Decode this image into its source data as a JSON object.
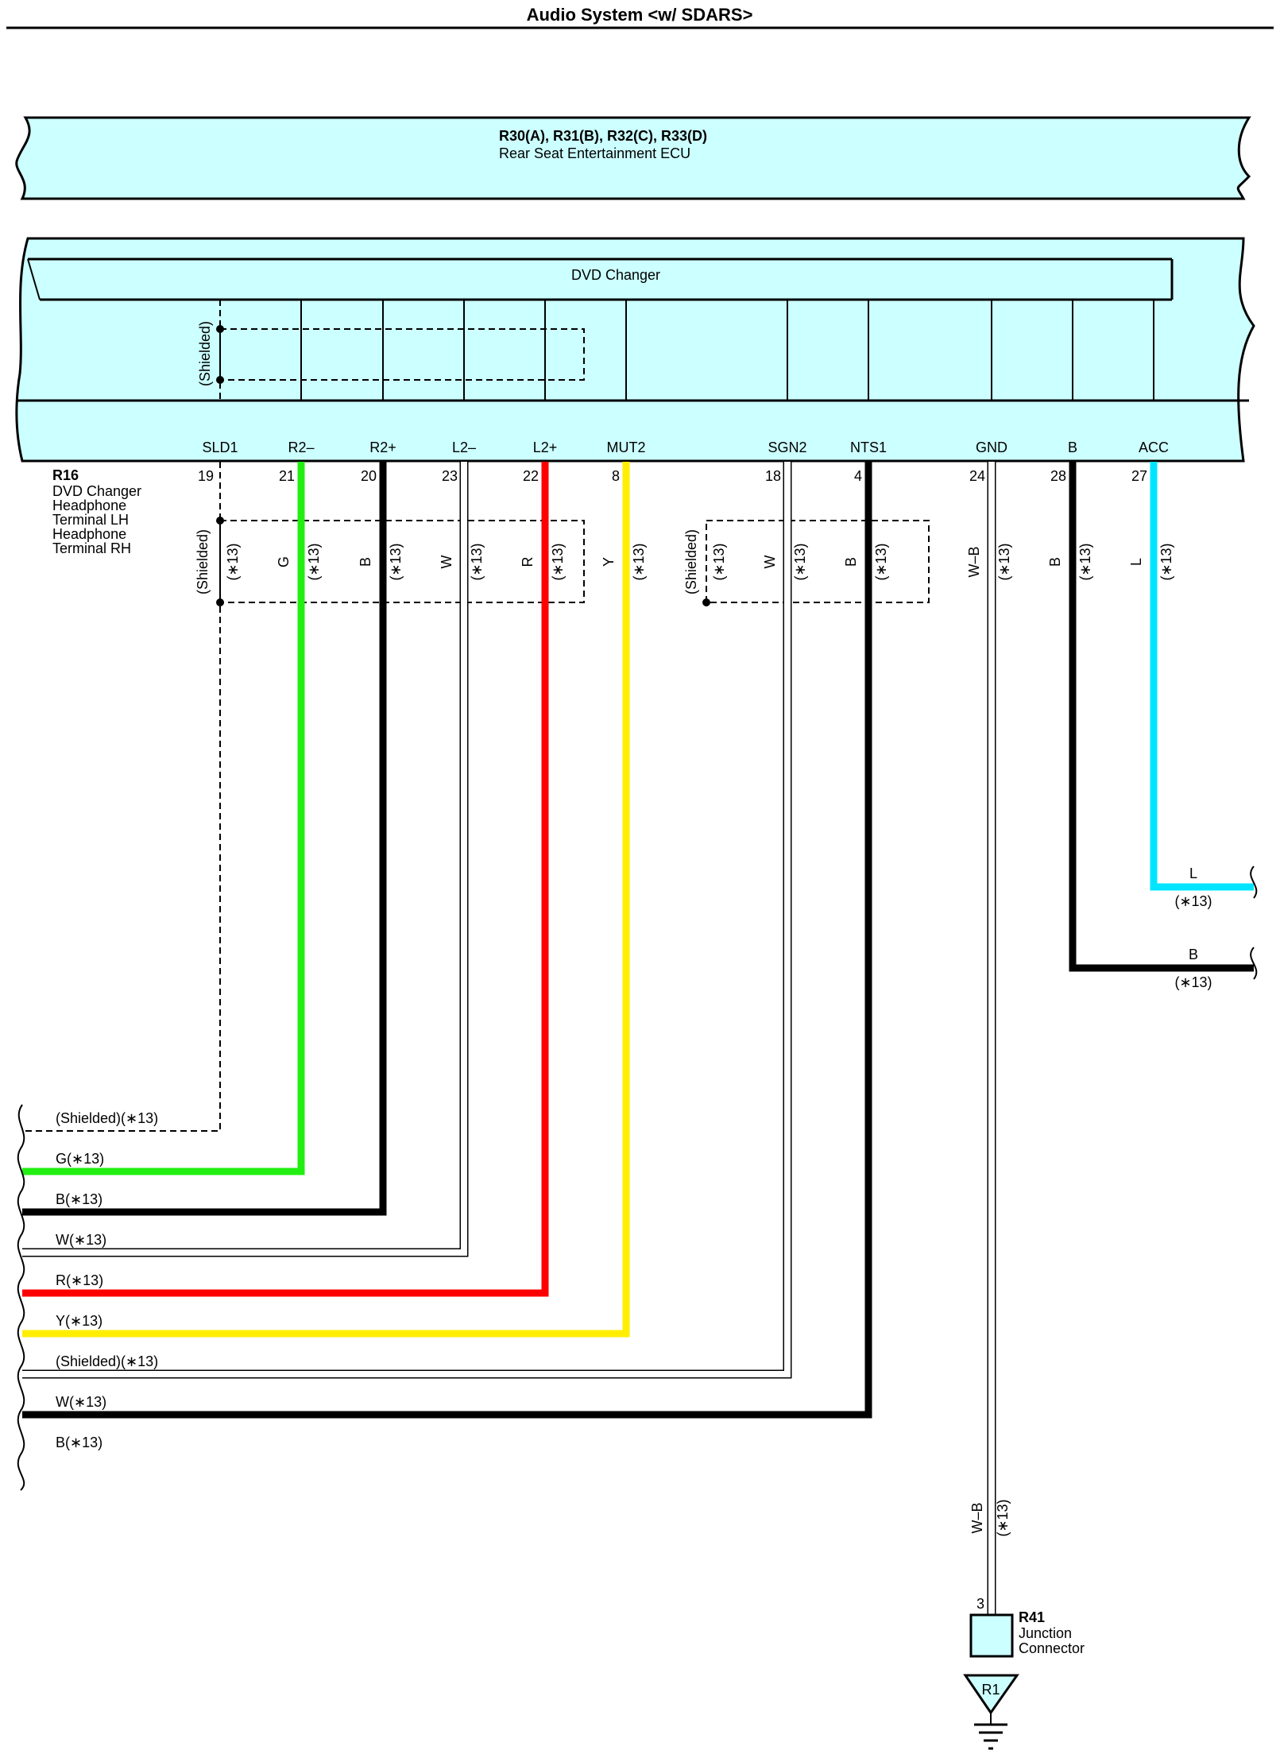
{
  "page": {
    "title": "Audio System <w/ SDARS>"
  },
  "ecu": {
    "connectors": "R30(A), R31(B), R32(C), R33(D)",
    "name": "Rear Seat Entertainment ECU"
  },
  "dvd_changer": {
    "name": "DVD Changer",
    "shielded_label": "(Shielded)"
  },
  "r16": {
    "code": "R16",
    "lines": [
      "DVD Changer",
      "Headphone",
      "Terminal LH",
      "Headphone",
      "Terminal RH"
    ]
  },
  "notes": {
    "star13": "(∗13)",
    "shielded": "(Shielded)"
  },
  "terminals": [
    {
      "name": "SLD1",
      "pin": "19",
      "wire": "(Shielded)",
      "color": "#000000",
      "dashed": true
    },
    {
      "name": "R2–",
      "pin": "21",
      "wire": "G",
      "color": "#22ee11"
    },
    {
      "name": "R2+",
      "pin": "20",
      "wire": "B",
      "color": "#000000"
    },
    {
      "name": "L2–",
      "pin": "23",
      "wire": "W",
      "color": "#ffffff"
    },
    {
      "name": "L2+",
      "pin": "22",
      "wire": "R",
      "color": "#ff0000"
    },
    {
      "name": "MUT2",
      "pin": "8",
      "wire": "Y",
      "color": "#ffee00"
    },
    {
      "name": "SGN2",
      "pin": "18",
      "wire": "W",
      "color": "#ffffff"
    },
    {
      "name": "NTS1",
      "pin": "4",
      "wire": "B",
      "color": "#000000"
    },
    {
      "name": "GND",
      "pin": "24",
      "wire": "W–B",
      "color": "#ffffff"
    },
    {
      "name": "B",
      "pin": "28",
      "wire": "B",
      "color": "#000000"
    },
    {
      "name": "ACC",
      "pin": "27",
      "wire": "L",
      "color": "#00e5ff"
    }
  ],
  "left_exits": [
    "(Shielded)(∗13)",
    "G(∗13)",
    "B(∗13)",
    "W(∗13)",
    "R(∗13)",
    "Y(∗13)",
    "(Shielded)(∗13)",
    "W(∗13)",
    "B(∗13)"
  ],
  "right_exits": [
    {
      "wire": "L",
      "note": "(∗13)"
    },
    {
      "wire": "B",
      "note": "(∗13)"
    }
  ],
  "r41": {
    "code": "R41",
    "lines": [
      "Junction",
      "Connector"
    ],
    "pin": "3",
    "wire": "W–B",
    "note": "(∗13)"
  },
  "ground": {
    "label": "R1"
  },
  "colors": {
    "ecu_fill": "#ccffff",
    "green": "#22ee11",
    "red": "#ff0000",
    "yellow": "#ffee00",
    "cyan": "#00e5ff",
    "black": "#000000"
  }
}
